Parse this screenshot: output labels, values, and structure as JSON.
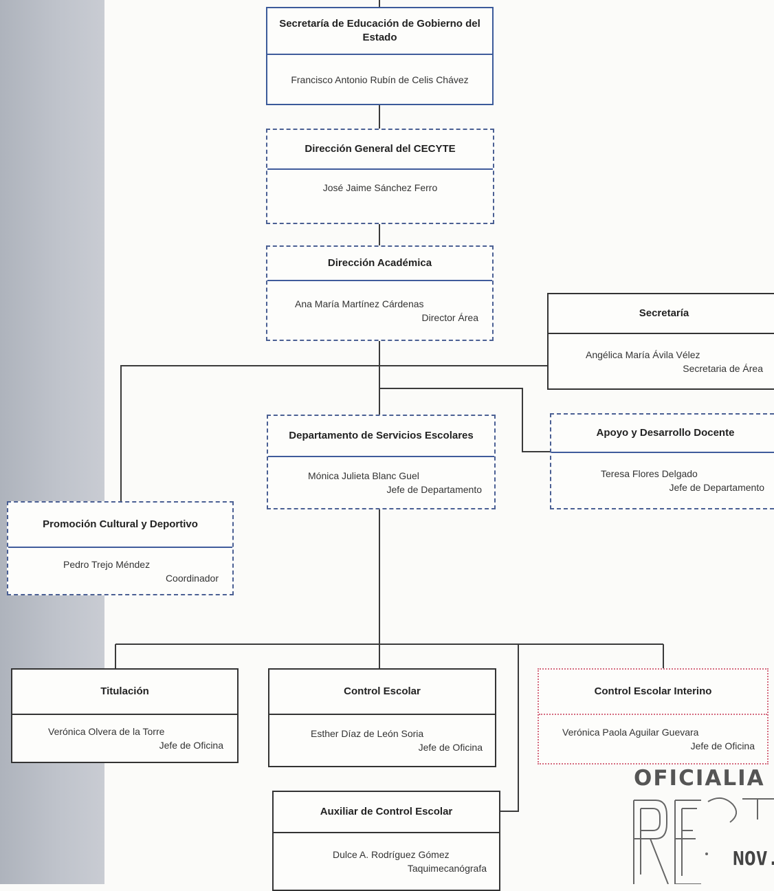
{
  "boxes": {
    "secretaria_educacion": {
      "title": "Secretaría de Educación de Gobierno del Estado",
      "name": "Francisco Antonio Rubín de Celis Chávez",
      "role": ""
    },
    "direccion_general": {
      "title": "Dirección General del CECYTE",
      "name": "José Jaime Sánchez Ferro",
      "role": ""
    },
    "direccion_academica": {
      "title": "Dirección Académica",
      "name": "Ana María Martínez Cárdenas",
      "role": "Director Área"
    },
    "secretaria": {
      "title": "Secretaría",
      "name": "Angélica María Ávila Vélez",
      "role": "Secretaria de Área"
    },
    "servicios_escolares": {
      "title": "Departamento de Servicios Escolares",
      "name": "Mónica Julieta Blanc Guel",
      "role": "Jefe de Departamento"
    },
    "apoyo_docente": {
      "title": "Apoyo y Desarrollo Docente",
      "name": "Teresa Flores Delgado",
      "role": "Jefe de Departamento"
    },
    "promocion_cultural": {
      "title": "Promoción Cultural y Deportivo",
      "name": "Pedro Trejo Méndez",
      "role": "Coordinador"
    },
    "titulacion": {
      "title": "Titulación",
      "name": "Verónica Olvera de la Torre",
      "role": "Jefe de Oficina"
    },
    "control_escolar": {
      "title": "Control Escolar",
      "name": "Esther Díaz de León Soria",
      "role": "Jefe de Oficina"
    },
    "control_escolar_interino": {
      "title": "Control Escolar Interino",
      "name": "Verónica Paola Aguilar Guevara",
      "role": "Jefe de Oficina"
    },
    "auxiliar_control": {
      "title": "Auxiliar de Control Escolar",
      "name": "Dulce A. Rodríguez Gómez",
      "role": "Taquimecanógrafa"
    }
  },
  "stamp": {
    "title": "OFICIALIA",
    "partial_text": "NOV."
  },
  "colors": {
    "sidebar": "#b8bcc5",
    "line": "#333333",
    "header_rule": "#3f5b9b",
    "interino_border": "#d46a7e"
  }
}
